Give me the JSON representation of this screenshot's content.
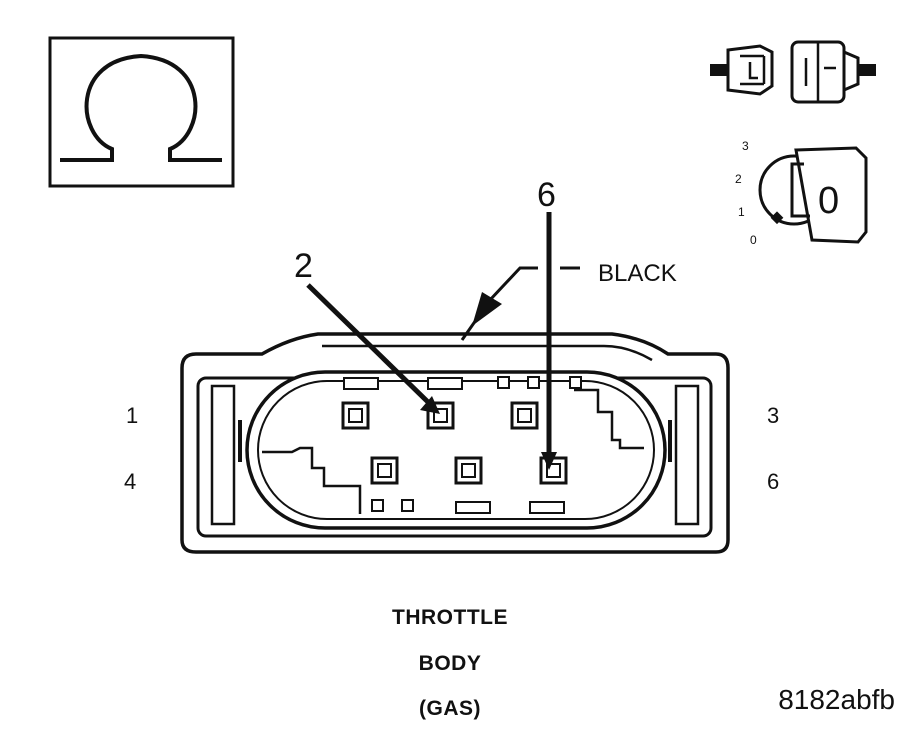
{
  "diagram": {
    "wire_color_label": "BLACK",
    "probe_labels": [
      "2",
      "6"
    ],
    "cavity_numbers": {
      "top_left": "1",
      "bottom_left": "4",
      "top_right": "3",
      "bottom_right": "6"
    },
    "ignition_positions": [
      "0",
      "1",
      "2",
      "3"
    ],
    "key_position": "0",
    "icons": {
      "meter": "ohmmeter-omega-icon",
      "connector_state": "connector-disconnected-icon",
      "ignition": "ignition-key-icon"
    }
  },
  "caption": {
    "line1": "THROTTLE",
    "line2": "BODY",
    "line3": "(GAS)"
  },
  "reference_code": "8182abfb"
}
